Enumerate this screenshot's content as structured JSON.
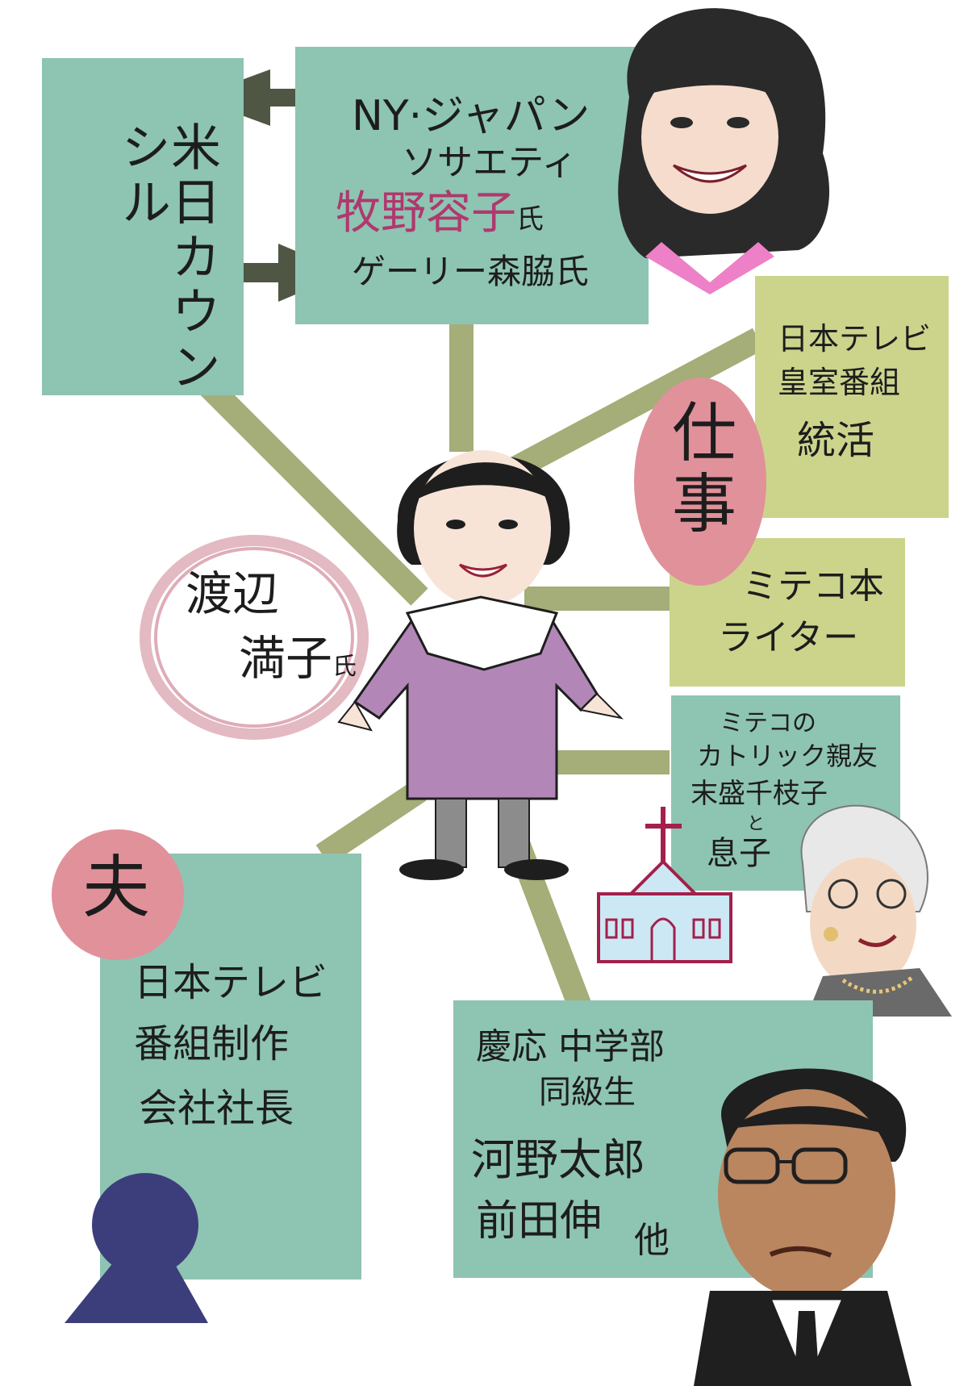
{
  "colors": {
    "teal_box": "#8ec4b2",
    "lime_box": "#ccd48c",
    "connector": "#a5ad78",
    "arrow": "#4f5644",
    "pink_circle": "#e1919a",
    "name_accent": "#b0386e",
    "dress": "#b287b8",
    "church_fill": "#cce8f5",
    "church_outline": "#a3204c",
    "husband_icon": "#3c3e7c"
  },
  "us_japan_council": {
    "label": "米日カウンシル"
  },
  "ny_japan_society": {
    "line1": "NY·ジャパン",
    "line2": "ソサエティ",
    "name": "牧野容子",
    "name_suffix": "氏",
    "person2": "ゲーリー森脇氏"
  },
  "work_badge": {
    "label": "仕事"
  },
  "work_items": [
    {
      "lines": [
        "日本テレビ",
        "皇室番組",
        "統活"
      ]
    },
    {
      "lines": [
        "ミテコ本",
        "ライター"
      ]
    }
  ],
  "center_person": {
    "name_line1": "渡辺",
    "name_line2": "満子",
    "suffix": "氏"
  },
  "catholic_friend": {
    "lines": [
      "ミテコの",
      "カトリック親友",
      "末盛千枝子"
    ],
    "connector": "と",
    "last": "息子"
  },
  "husband_badge": {
    "label": "夫"
  },
  "husband_box": {
    "lines": [
      "日本テレビ",
      "番組制作",
      "会社社長"
    ]
  },
  "keio_box": {
    "line1": "慶応 中学部",
    "line2": "同級生",
    "name1": "河野太郎",
    "name2": "前田伸",
    "suffix": "他"
  }
}
